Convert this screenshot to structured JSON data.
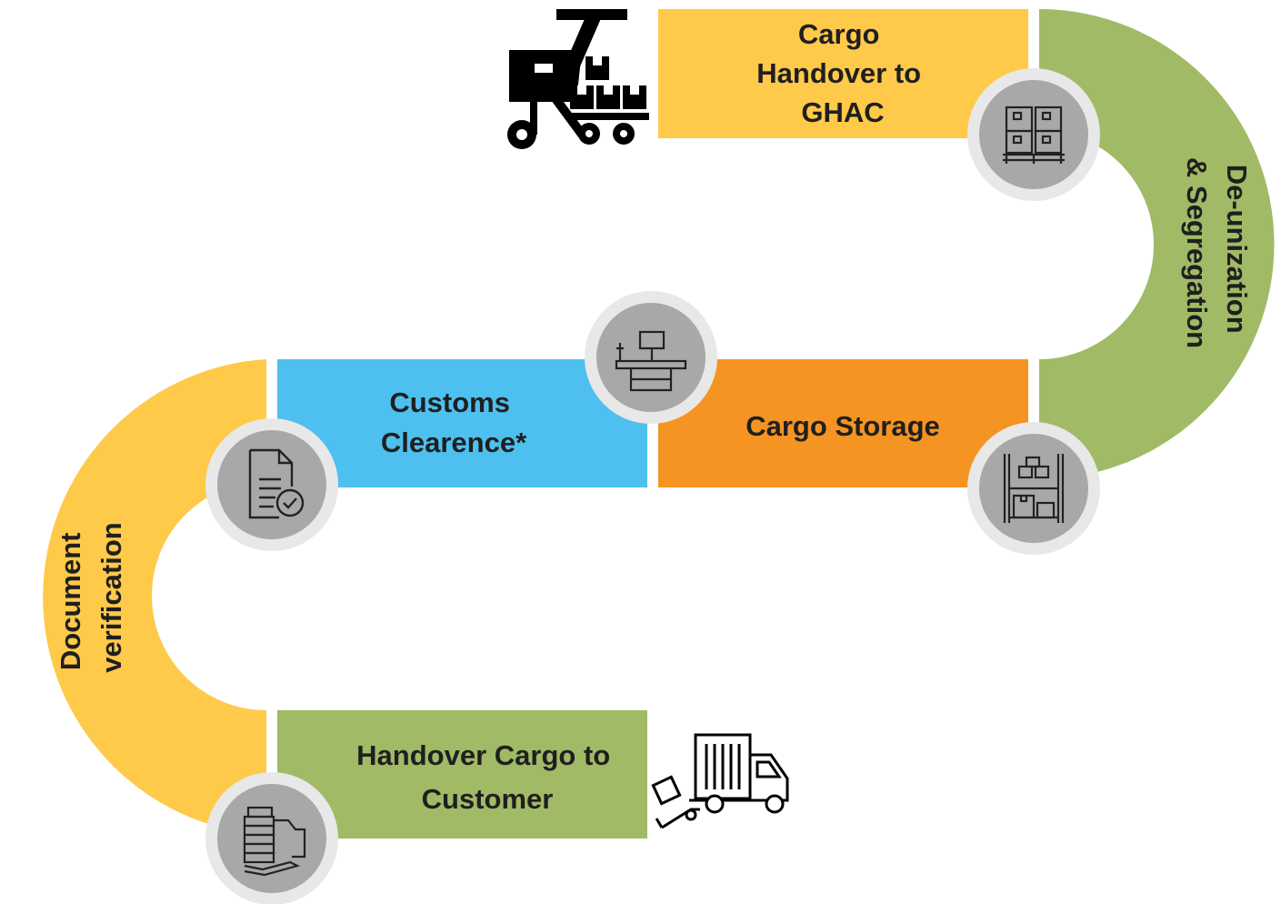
{
  "steps": {
    "cargo_handover": {
      "line1": "Cargo",
      "line2": "Handover to",
      "line3": "GHAC",
      "color": "#FFC94A"
    },
    "deunization": {
      "line1": "De-unization",
      "line2": "& Segregation",
      "color": "#A1BA66"
    },
    "cargo_storage": {
      "label": "Cargo Storage",
      "color": "#F59422"
    },
    "customs": {
      "line1": "Customs",
      "line2": "Clearence*",
      "color": "#4DC0EF"
    },
    "document": {
      "line1": "Document",
      "line2": "verification",
      "color": "#FFC94A"
    },
    "handover_customer": {
      "line1": "Handover Cargo to",
      "line2": "Customer",
      "color": "#A1BA66"
    }
  },
  "icons": {
    "forklift": "forklift-icon",
    "pallet": "pallet-boxes-icon",
    "shelves": "warehouse-shelf-icon",
    "scale": "weighing-scale-icon",
    "document": "document-check-icon",
    "handover": "hand-over-boxes-icon",
    "truck": "delivery-truck-icon"
  },
  "colors": {
    "badge_outer": "#E8E8E8",
    "badge_inner": "#A8A8A8",
    "icon_dark": "#000000",
    "icon_line": "#333333"
  }
}
